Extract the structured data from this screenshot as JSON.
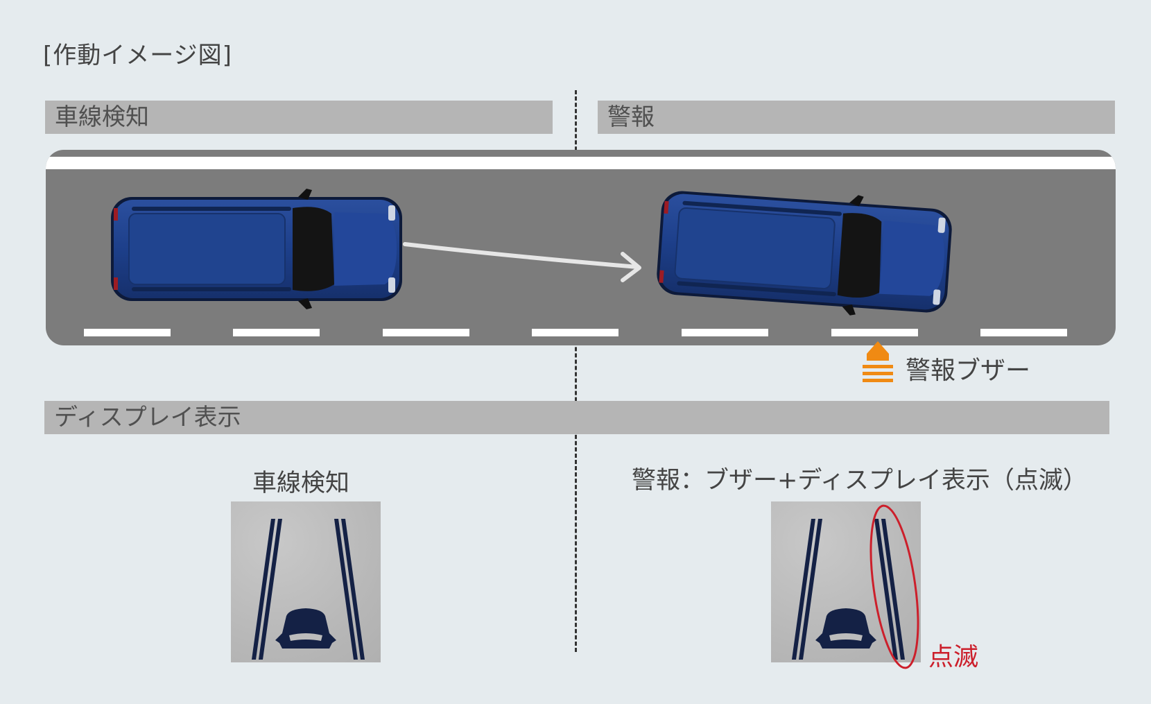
{
  "figure": {
    "title": "[作動イメージ図]"
  },
  "sections": {
    "lane_detect_header": "車線検知",
    "warning_header": "警報",
    "display_header": "ディスプレイ表示"
  },
  "road": {
    "buzzer_label": "警報ブザー"
  },
  "display": {
    "left_caption": "車線検知",
    "right_caption": "警報：ブザー+ディスプレイ表示（点滅）",
    "blink_label": "点滅"
  },
  "icons": {
    "car_left": "car-top-view-icon",
    "car_right": "car-top-view-icon",
    "move_arrow": "arrow-right-icon",
    "buzzer": "buzzer-warning-icon",
    "lane_display_left": "lane-display-icon",
    "lane_display_right": "lane-display-icon",
    "blink_highlight": "ellipse-highlight-icon"
  },
  "colors": {
    "background": "#e5ebee",
    "header_bar": "#b5b5b5",
    "road": "#7c7c7c",
    "car_body": "#1f3f8a",
    "buzzer": "#f08a13",
    "blink_highlight": "#cc1f2b",
    "lane_line": "#142145"
  }
}
